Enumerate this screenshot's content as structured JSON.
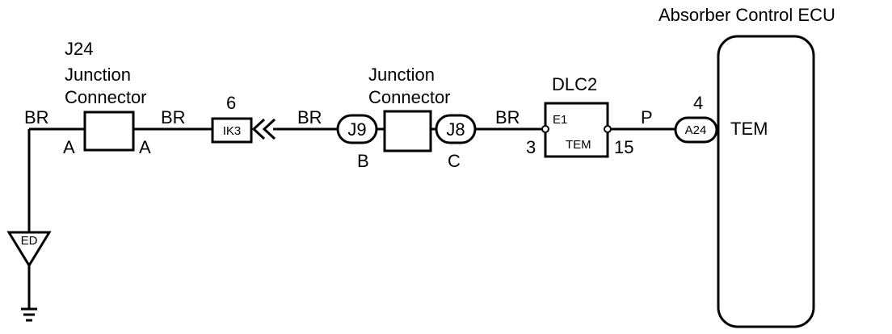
{
  "ecu": {
    "title": "Absorber Control ECU",
    "pin_label": "TEM",
    "connector": "A24",
    "pin": "4"
  },
  "j24": {
    "id": "J24",
    "name_line1": "Junction",
    "name_line2": "Connector",
    "left_pin": "A",
    "right_pin": "A"
  },
  "junction2": {
    "name_line1": "Junction",
    "name_line2": "Connector",
    "left_connector": "J9",
    "right_connector": "J8",
    "left_pin": "B",
    "right_pin": "C"
  },
  "ik3": {
    "connector": "IK3",
    "pin": "6"
  },
  "dlc2": {
    "title": "DLC2",
    "left_terminal": "E1",
    "right_terminal": "TEM",
    "left_pin": "3",
    "right_pin": "15"
  },
  "ground": {
    "label": "ED"
  },
  "wires": {
    "w1": "BR",
    "w2": "BR",
    "w3": "BR",
    "w4": "BR",
    "w5": "P"
  }
}
